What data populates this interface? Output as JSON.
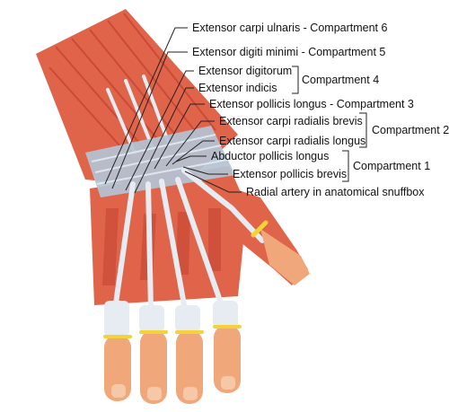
{
  "labels": {
    "ecu": "Extensor carpi ulnaris - Compartment 6",
    "edm": "Extensor digiti minimi - Compartment 5",
    "ed": "Extensor digitorum",
    "ei": "Extensor indicis",
    "epl": "Extensor pollicis longus - Compartment 3",
    "ecrb": "Extensor carpi radialis brevis",
    "ecrl": "Extensor carpi radialis longus",
    "apl": "Abductor pollicis longus",
    "epb": "Extensor pollicis brevis",
    "ra": "Radial artery in anatomical snuffbox"
  },
  "compartments": {
    "c4": "Compartment 4",
    "c2": "Compartment 2",
    "c1": "Compartment 1"
  },
  "colors": {
    "muscle": "#e0644a",
    "muscle_dark": "#c24232",
    "tendon": "#e6ecf2",
    "retinaculum": "#b4c3d2",
    "skin": "#f0a77a",
    "nail": "#f7c8a8",
    "cartilage": "#f3d23a",
    "leader": "#222222"
  }
}
